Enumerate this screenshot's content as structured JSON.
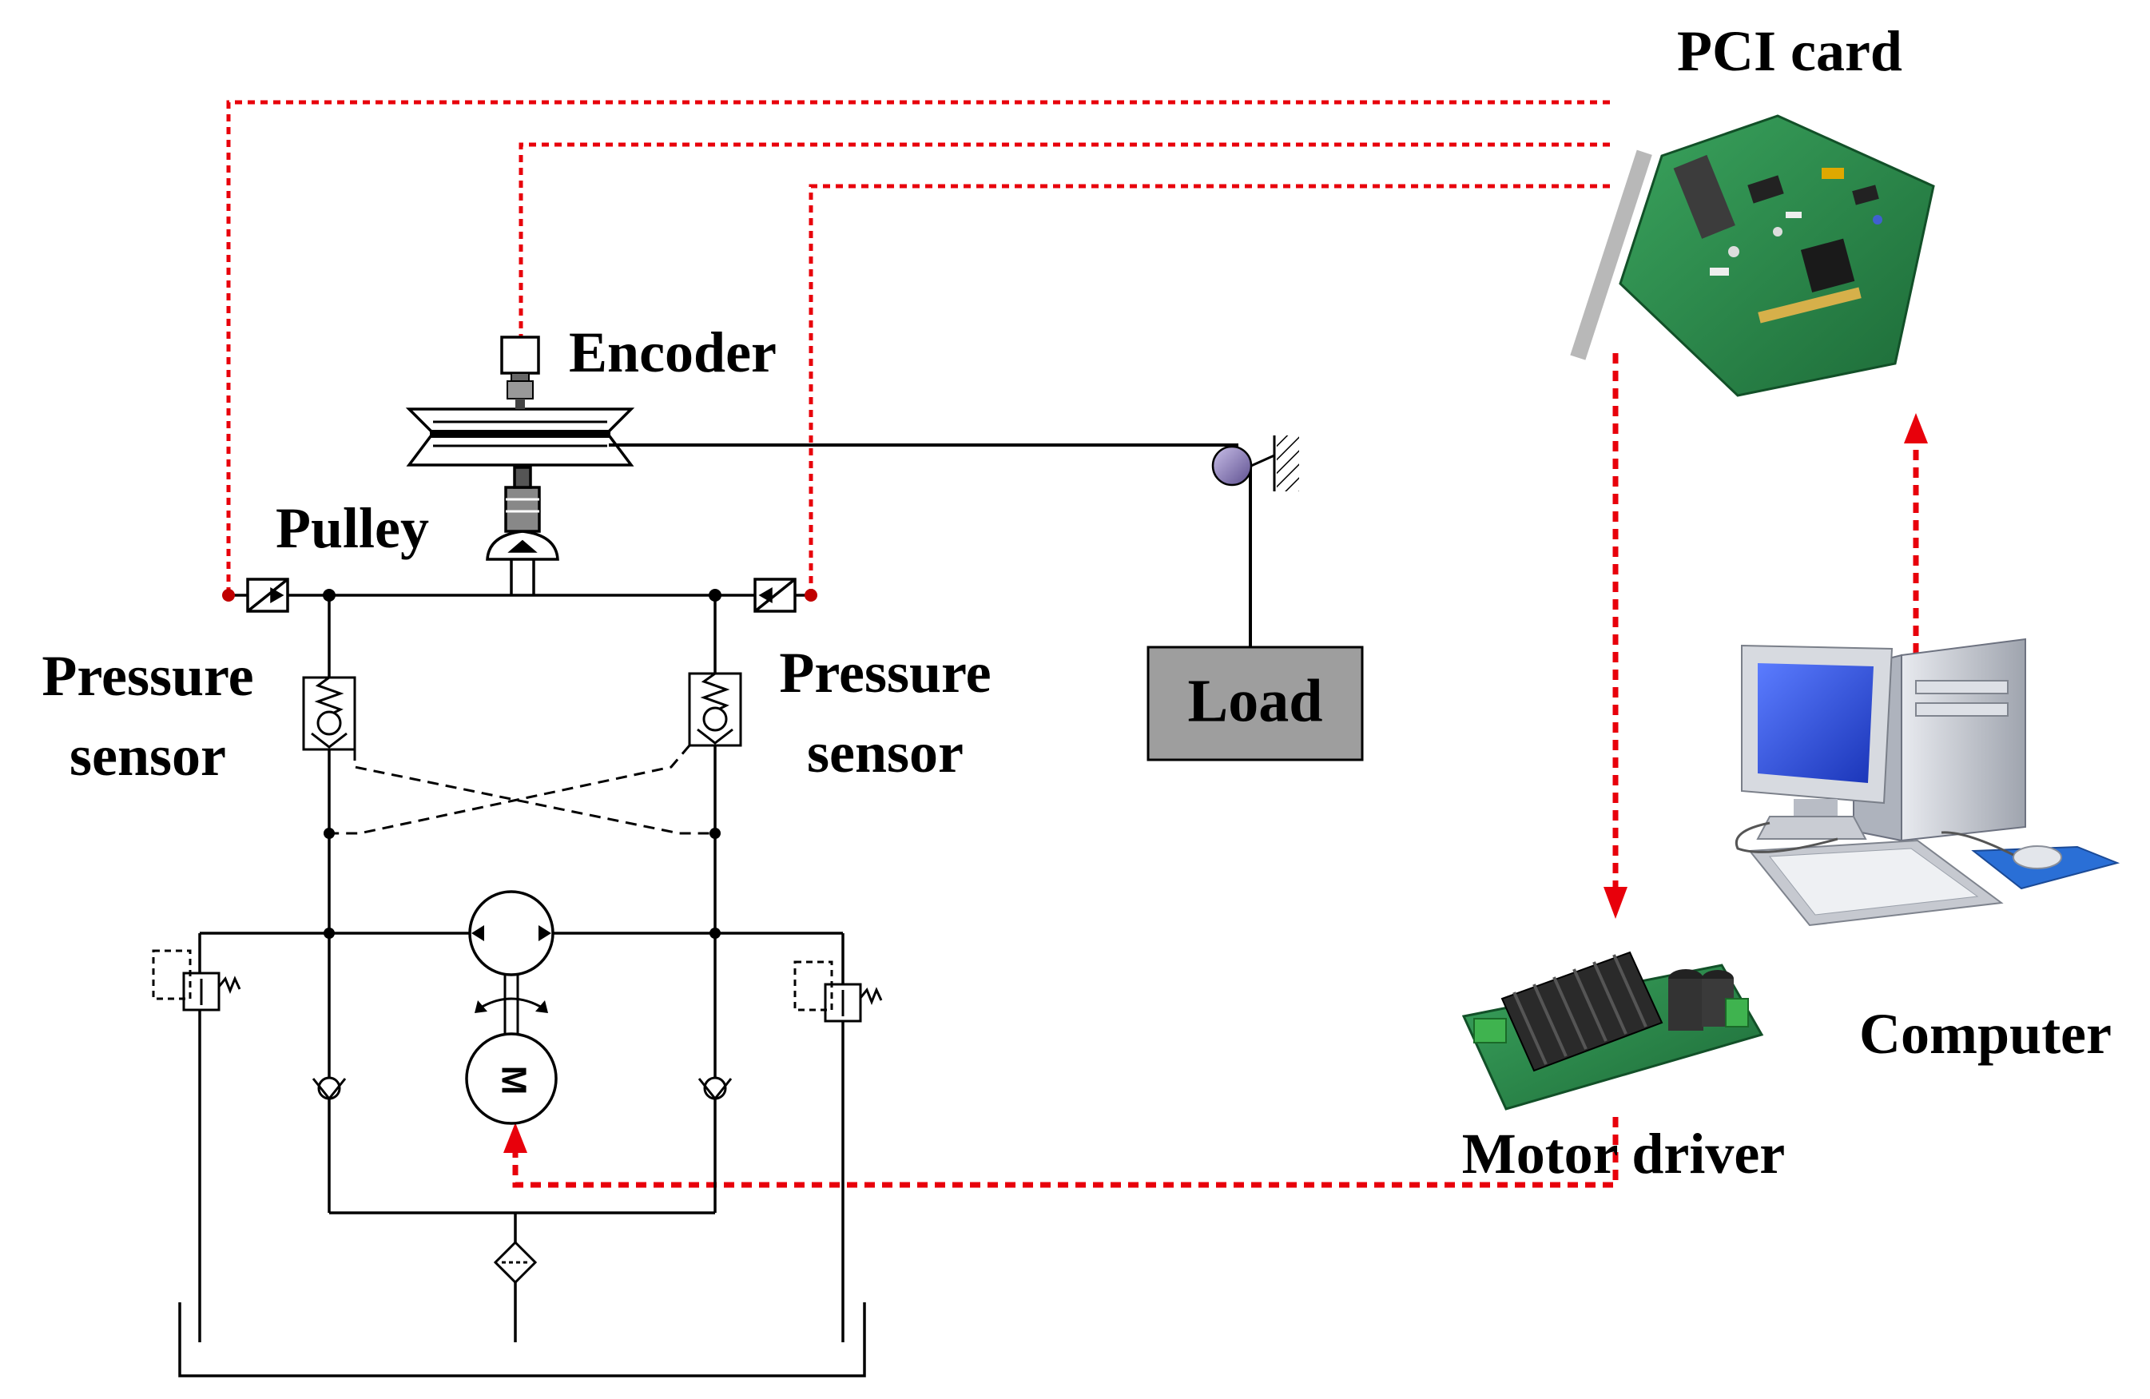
{
  "labels": {
    "pci_card": "PCI card",
    "encoder": "Encoder",
    "pulley": "Pulley",
    "pressure_sensor_left_1": "Pressure",
    "pressure_sensor_left_2": "sensor",
    "pressure_sensor_right_1": "Pressure",
    "pressure_sensor_right_2": "sensor",
    "load": "Load",
    "computer": "Computer",
    "motor_driver": "Motor driver",
    "motor_symbol": "M"
  },
  "colors": {
    "signal": "#e8000b",
    "line": "#000000",
    "load_fill": "#9e9e9e",
    "pulley_ball": "#8a7ab5",
    "pcb_green": "#2f8f4e",
    "heatsink": "#1e1e1e",
    "monitor_screen": "#2f4fd8",
    "case_gray": "#c9ccd3",
    "mousepad": "#2a6fd6"
  }
}
